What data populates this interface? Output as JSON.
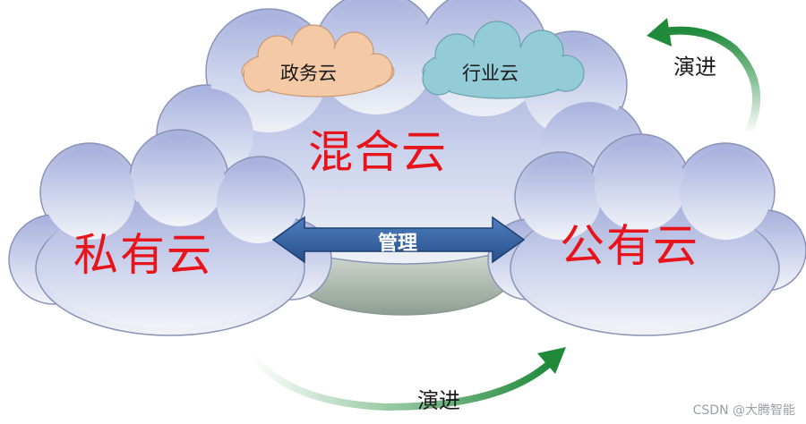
{
  "diagram": {
    "hybrid_cloud": "混合云",
    "gov_cloud": "政务云",
    "industry_cloud": "行业云",
    "private_cloud": "私有云",
    "public_cloud": "公有云",
    "management": "管理",
    "evolution_top": "演进",
    "evolution_bottom": "演进"
  },
  "colors": {
    "cloud_fill": "#b7c0e2",
    "gov_cloud_fill": "#f4c9a6",
    "industry_cloud_fill": "#93cbd6",
    "label_red": "#e8141c",
    "arrow_blue": "#2f5f9f",
    "evolution_green": "#1f8a3a"
  },
  "watermark": "CSDN @大腾智能"
}
